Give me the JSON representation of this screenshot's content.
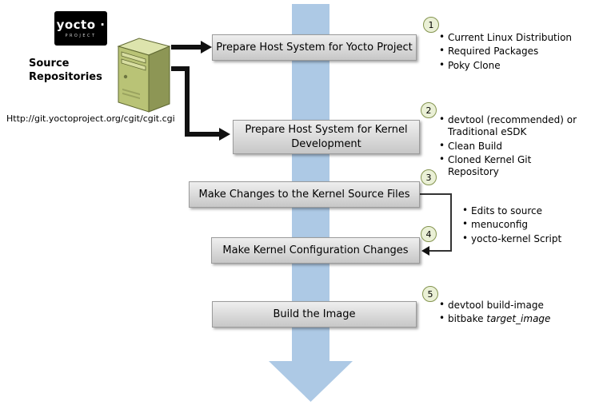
{
  "logo": {
    "brand": "yocto ·",
    "sub": "PROJECT"
  },
  "source": {
    "label": "Source Repositories",
    "url": "Http://git.yoctoproject.org/cgit/cgit.cgi"
  },
  "colors": {
    "flow_arrow": "#adc9e5",
    "box_border": "#9b9b9b",
    "circle_fill": "#eaf0d6",
    "circle_border": "#84944f"
  },
  "steps": [
    {
      "num": "1",
      "label": "Prepare Host System for Yocto Project",
      "bullets": [
        "Current Linux Distribution",
        "Required Packages",
        "Poky Clone"
      ]
    },
    {
      "num": "2",
      "label": "Prepare Host System for Kernel Development",
      "bullets": [
        "devtool (recommended) or Traditional eSDK",
        "Clean Build",
        "Cloned Kernel Git Repository"
      ]
    },
    {
      "num": "3",
      "label": "Make Changes to the Kernel Source Files",
      "bullets": []
    },
    {
      "num": "4",
      "label": "Make Kernel Configuration Changes",
      "bullets": []
    },
    {
      "num": "5",
      "label": "Build the Image",
      "bullets": [
        "devtool build-image"
      ]
    }
  ],
  "shared_bullets_3_4": [
    "Edits to source",
    "menuconfig",
    "yocto-kernel Script"
  ],
  "step5_bitbake": {
    "prefix": "bitbake",
    "italic": "target_image"
  }
}
